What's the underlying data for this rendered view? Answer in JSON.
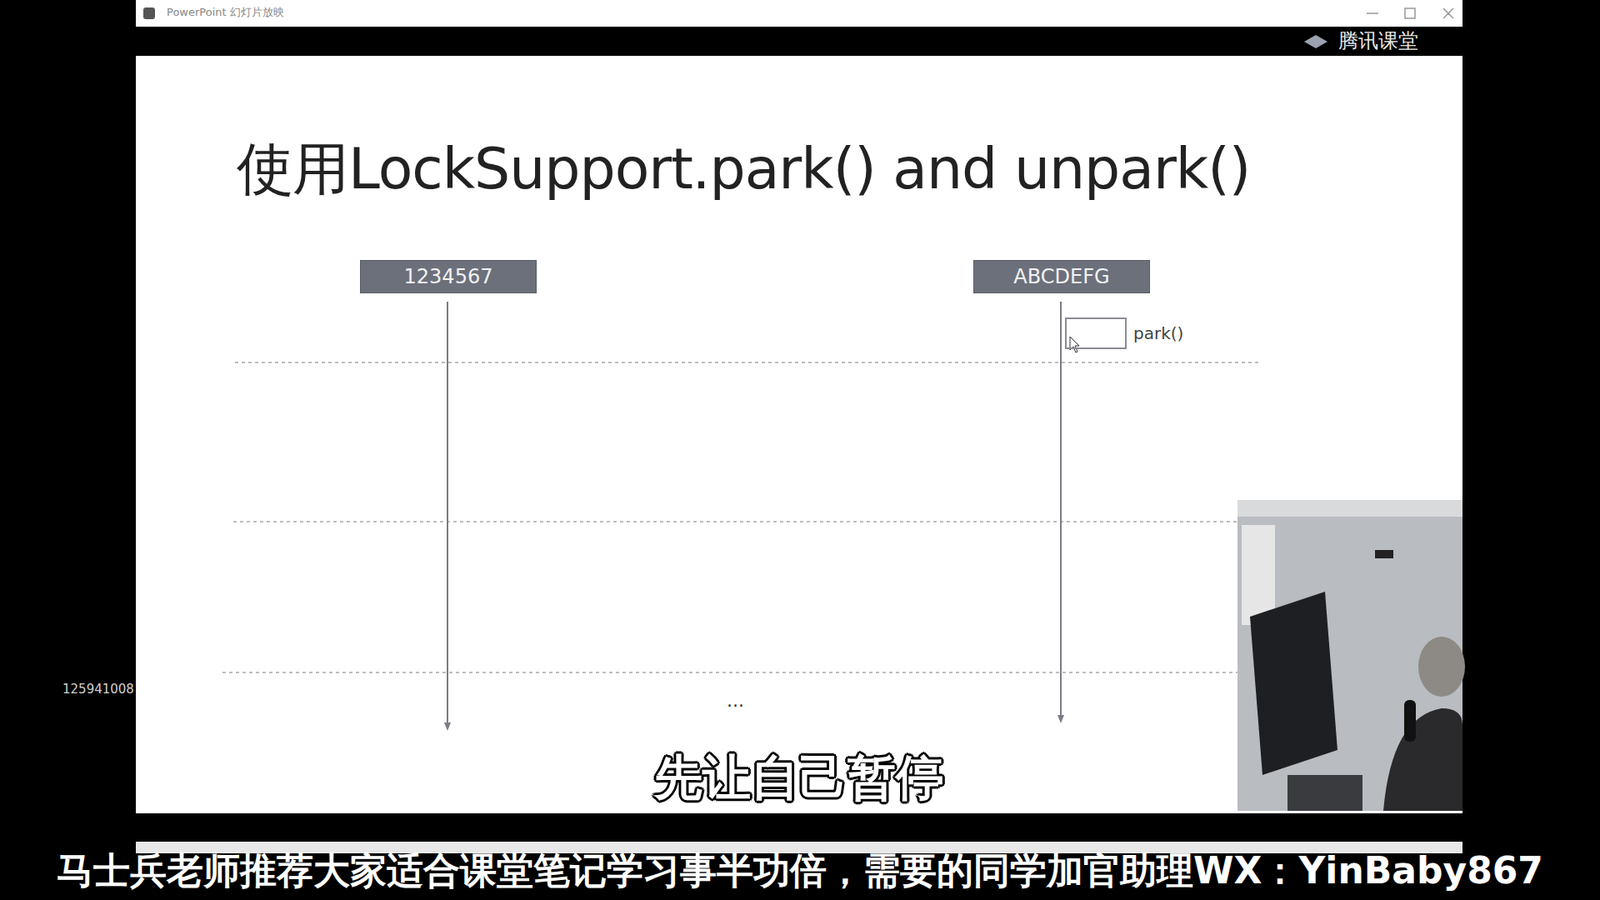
{
  "diagram": {
    "title": "使用LockSupport.park() and unpark()",
    "nodes": [
      {
        "text": [
          "1234567"
        ]
      },
      {
        "text": [
          "ABCDEFG"
        ]
      },
      {
        "text": [
          "park()"
        ]
      }
    ],
    "labels": [
      "PowerPoint 幻灯片放映",
      "腾讯课堂",
      "...",
      "125941008",
      "先让自己暂停",
      "马士兵老师推荐大家适合课堂笔记学习事半功倍，需要的同学加官助理WX：YinBaby867"
    ]
  }
}
